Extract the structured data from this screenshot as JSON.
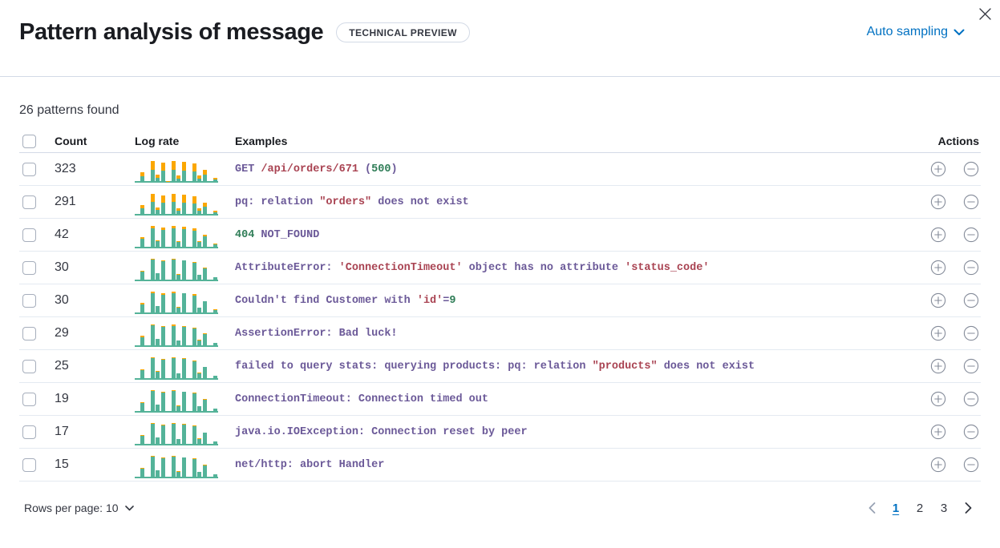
{
  "header": {
    "title": "Pattern analysis of message",
    "badge": "TECHNICAL PREVIEW",
    "sampling_label": "Auto sampling"
  },
  "summary": "26 patterns found",
  "icons": {
    "close": "close-icon",
    "sampling_chevron": "chevron-down-icon",
    "expand": "plus-in-circle-icon",
    "collapse": "minus-in-circle-icon",
    "rows_per_page_chevron": "chevron-down-icon",
    "prev_page": "chevron-left-icon",
    "next_page": "chevron-right-icon"
  },
  "colors": {
    "accent_blue": "#0071c2",
    "chart_teal": "#54b399",
    "chart_orange": "#fba700",
    "token_purple": "#6b5998",
    "token_red": "#a94352",
    "token_green": "#2f7d57",
    "divider": "#d3dae6",
    "row_border": "#e4eaf1"
  },
  "table": {
    "columns": {
      "count": "Count",
      "log_rate": "Log rate",
      "examples": "Examples",
      "actions": "Actions"
    },
    "rows": [
      {
        "count": "323",
        "bars": [
          [
            1,
            0
          ],
          [
            8,
            5
          ],
          [
            1,
            0
          ],
          [
            16,
            11
          ],
          [
            6,
            4
          ],
          [
            15,
            10
          ],
          [
            1,
            1
          ],
          [
            16,
            11
          ],
          [
            5,
            4
          ],
          [
            15,
            11
          ],
          [
            1,
            0
          ],
          [
            14,
            10
          ],
          [
            5,
            4
          ],
          [
            10,
            6
          ],
          [
            1,
            0
          ],
          [
            4,
            2
          ]
        ],
        "tokens": [
          {
            "t": "GET ",
            "c": "purple"
          },
          {
            "t": "/api/orders/671",
            "c": "red"
          },
          {
            "t": " (",
            "c": "purple"
          },
          {
            "t": "500",
            "c": "green"
          },
          {
            "t": ")",
            "c": "purple"
          }
        ]
      },
      {
        "count": "291",
        "bars": [
          [
            1,
            0
          ],
          [
            9,
            4
          ],
          [
            1,
            0
          ],
          [
            17,
            10
          ],
          [
            7,
            3
          ],
          [
            16,
            9
          ],
          [
            1,
            0
          ],
          [
            17,
            10
          ],
          [
            6,
            3
          ],
          [
            16,
            10
          ],
          [
            1,
            0
          ],
          [
            15,
            9
          ],
          [
            6,
            3
          ],
          [
            11,
            5
          ],
          [
            1,
            0
          ],
          [
            4,
            2
          ]
        ],
        "tokens": [
          {
            "t": "pq: relation ",
            "c": "purple"
          },
          {
            "t": "\"orders\"",
            "c": "red"
          },
          {
            "t": " does not exist",
            "c": "purple"
          }
        ]
      },
      {
        "count": "42",
        "bars": [
          [
            1,
            0
          ],
          [
            12,
            2
          ],
          [
            1,
            0
          ],
          [
            25,
            3
          ],
          [
            9,
            1
          ],
          [
            23,
            3
          ],
          [
            1,
            0
          ],
          [
            25,
            3
          ],
          [
            8,
            1
          ],
          [
            24,
            3
          ],
          [
            1,
            0
          ],
          [
            22,
            3
          ],
          [
            8,
            1
          ],
          [
            15,
            2
          ],
          [
            1,
            0
          ],
          [
            5,
            1
          ]
        ],
        "tokens": [
          {
            "t": "404",
            "c": "green"
          },
          {
            "t": " NOT_FOUND",
            "c": "purple"
          }
        ]
      },
      {
        "count": "30",
        "bars": [
          [
            1,
            0
          ],
          [
            12,
            1
          ],
          [
            1,
            0
          ],
          [
            27,
            1
          ],
          [
            10,
            0
          ],
          [
            25,
            1
          ],
          [
            1,
            0
          ],
          [
            27,
            1
          ],
          [
            8,
            1
          ],
          [
            26,
            0
          ],
          [
            1,
            0
          ],
          [
            23,
            1
          ],
          [
            8,
            0
          ],
          [
            16,
            1
          ],
          [
            1,
            0
          ],
          [
            5,
            0
          ]
        ],
        "tokens": [
          {
            "t": "AttributeError: ",
            "c": "purple"
          },
          {
            "t": "'ConnectionTimeout'",
            "c": "red"
          },
          {
            "t": " object has no attribute ",
            "c": "purple"
          },
          {
            "t": "'status_code'",
            "c": "red"
          }
        ]
      },
      {
        "count": "30",
        "bars": [
          [
            1,
            0
          ],
          [
            12,
            2
          ],
          [
            1,
            0
          ],
          [
            26,
            2
          ],
          [
            10,
            0
          ],
          [
            24,
            2
          ],
          [
            1,
            0
          ],
          [
            26,
            2
          ],
          [
            8,
            1
          ],
          [
            26,
            0
          ],
          [
            1,
            0
          ],
          [
            23,
            2
          ],
          [
            8,
            0
          ],
          [
            16,
            0
          ],
          [
            1,
            0
          ],
          [
            5,
            1
          ]
        ],
        "tokens": [
          {
            "t": "Couldn't find Customer with ",
            "c": "purple"
          },
          {
            "t": "'id'",
            "c": "red"
          },
          {
            "t": "=",
            "c": "purple"
          },
          {
            "t": "9",
            "c": "green"
          }
        ]
      },
      {
        "count": "29",
        "bars": [
          [
            1,
            0
          ],
          [
            12,
            2
          ],
          [
            1,
            0
          ],
          [
            27,
            1
          ],
          [
            10,
            0
          ],
          [
            25,
            1
          ],
          [
            1,
            0
          ],
          [
            26,
            2
          ],
          [
            8,
            0
          ],
          [
            25,
            1
          ],
          [
            1,
            0
          ],
          [
            23,
            1
          ],
          [
            8,
            1
          ],
          [
            16,
            1
          ],
          [
            1,
            0
          ],
          [
            5,
            0
          ]
        ],
        "tokens": [
          {
            "t": "AssertionError: Bad luck!",
            "c": "purple"
          }
        ]
      },
      {
        "count": "25",
        "bars": [
          [
            1,
            0
          ],
          [
            12,
            1
          ],
          [
            1,
            0
          ],
          [
            27,
            1
          ],
          [
            10,
            1
          ],
          [
            25,
            1
          ],
          [
            1,
            0
          ],
          [
            27,
            1
          ],
          [
            8,
            0
          ],
          [
            26,
            1
          ],
          [
            1,
            0
          ],
          [
            23,
            1
          ],
          [
            8,
            1
          ],
          [
            16,
            0
          ],
          [
            1,
            0
          ],
          [
            5,
            0
          ]
        ],
        "tokens": [
          {
            "t": "failed to query stats: querying products: pq: relation ",
            "c": "purple"
          },
          {
            "t": "\"products\"",
            "c": "red"
          },
          {
            "t": " does not exist",
            "c": "purple"
          }
        ]
      },
      {
        "count": "19",
        "bars": [
          [
            1,
            0
          ],
          [
            12,
            1
          ],
          [
            1,
            0
          ],
          [
            27,
            1
          ],
          [
            10,
            0
          ],
          [
            25,
            1
          ],
          [
            1,
            0
          ],
          [
            27,
            1
          ],
          [
            8,
            1
          ],
          [
            26,
            0
          ],
          [
            1,
            0
          ],
          [
            24,
            1
          ],
          [
            8,
            0
          ],
          [
            16,
            1
          ],
          [
            1,
            0
          ],
          [
            5,
            0
          ]
        ],
        "tokens": [
          {
            "t": "ConnectionTimeout: Connection timed out",
            "c": "purple"
          }
        ]
      },
      {
        "count": "17",
        "bars": [
          [
            1,
            0
          ],
          [
            12,
            1
          ],
          [
            1,
            0
          ],
          [
            27,
            1
          ],
          [
            10,
            0
          ],
          [
            25,
            1
          ],
          [
            1,
            0
          ],
          [
            27,
            1
          ],
          [
            8,
            0
          ],
          [
            26,
            1
          ],
          [
            1,
            0
          ],
          [
            24,
            1
          ],
          [
            8,
            1
          ],
          [
            16,
            0
          ],
          [
            1,
            0
          ],
          [
            5,
            0
          ]
        ],
        "tokens": [
          {
            "t": "java.io.IOException: Connection reset by peer",
            "c": "purple"
          }
        ]
      },
      {
        "count": "15",
        "bars": [
          [
            1,
            0
          ],
          [
            12,
            1
          ],
          [
            1,
            0
          ],
          [
            27,
            1
          ],
          [
            10,
            0
          ],
          [
            25,
            1
          ],
          [
            1,
            0
          ],
          [
            27,
            1
          ],
          [
            8,
            1
          ],
          [
            26,
            0
          ],
          [
            1,
            0
          ],
          [
            24,
            1
          ],
          [
            8,
            0
          ],
          [
            16,
            1
          ],
          [
            1,
            0
          ],
          [
            5,
            0
          ]
        ],
        "tokens": [
          {
            "t": "net/http: abort Handler",
            "c": "purple"
          }
        ]
      }
    ]
  },
  "footer": {
    "rows_per_page_label": "Rows per page: 10",
    "pages": [
      "1",
      "2",
      "3"
    ],
    "active_page": "1"
  }
}
